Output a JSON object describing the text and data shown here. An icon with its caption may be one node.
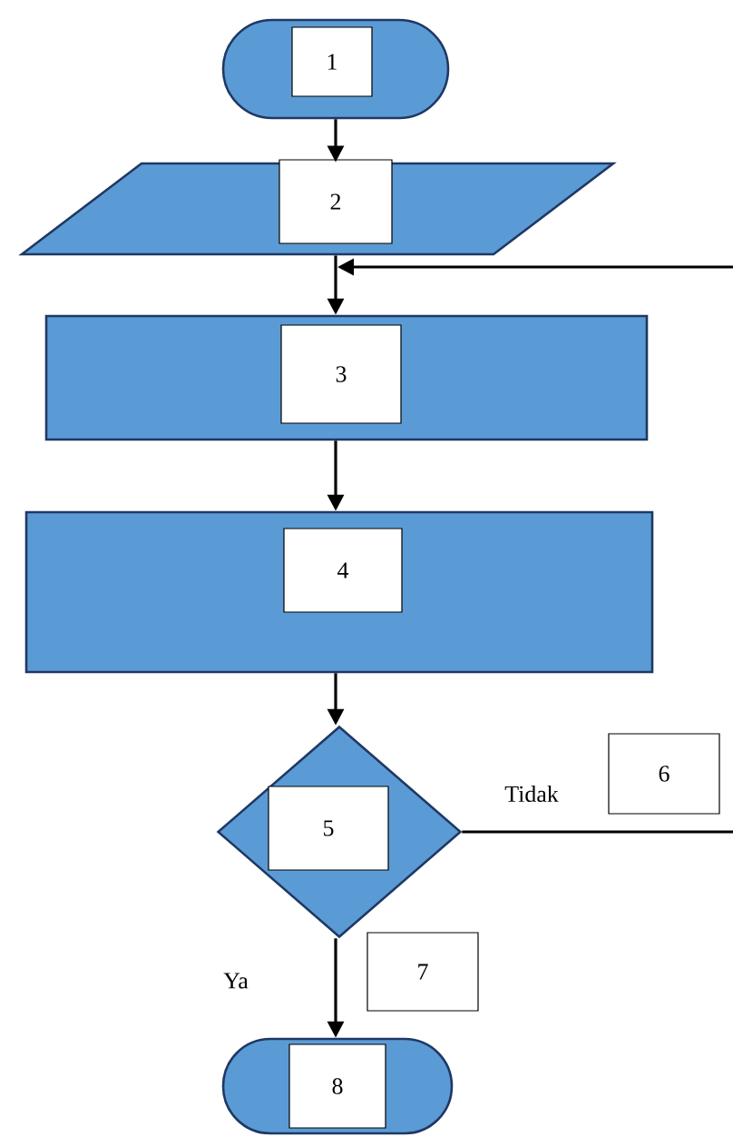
{
  "diagram": {
    "nodes": [
      {
        "text": [
          "1"
        ]
      },
      {
        "text": [
          "2"
        ]
      },
      {
        "text": [
          "3"
        ]
      },
      {
        "text": [
          "4"
        ]
      },
      {
        "text": [
          "5"
        ]
      },
      {
        "text": [
          "6"
        ]
      },
      {
        "text": [
          "7"
        ]
      },
      {
        "text": [
          "8"
        ]
      }
    ],
    "edges": [
      {
        "from": 0,
        "to": 1,
        "arrow": "to"
      },
      {
        "from": 1,
        "to": 2,
        "arrow": "to"
      },
      {
        "from": 2,
        "to": 3,
        "arrow": "to"
      },
      {
        "from": 3,
        "to": 4,
        "arrow": "to"
      },
      {
        "from": 4,
        "to": 7,
        "arrow": "to",
        "label": "Ya"
      },
      {
        "from": 4,
        "to": null,
        "arrow": "none",
        "label": "Tidak"
      },
      {
        "from": null,
        "to": 2,
        "arrow": "to"
      }
    ]
  }
}
